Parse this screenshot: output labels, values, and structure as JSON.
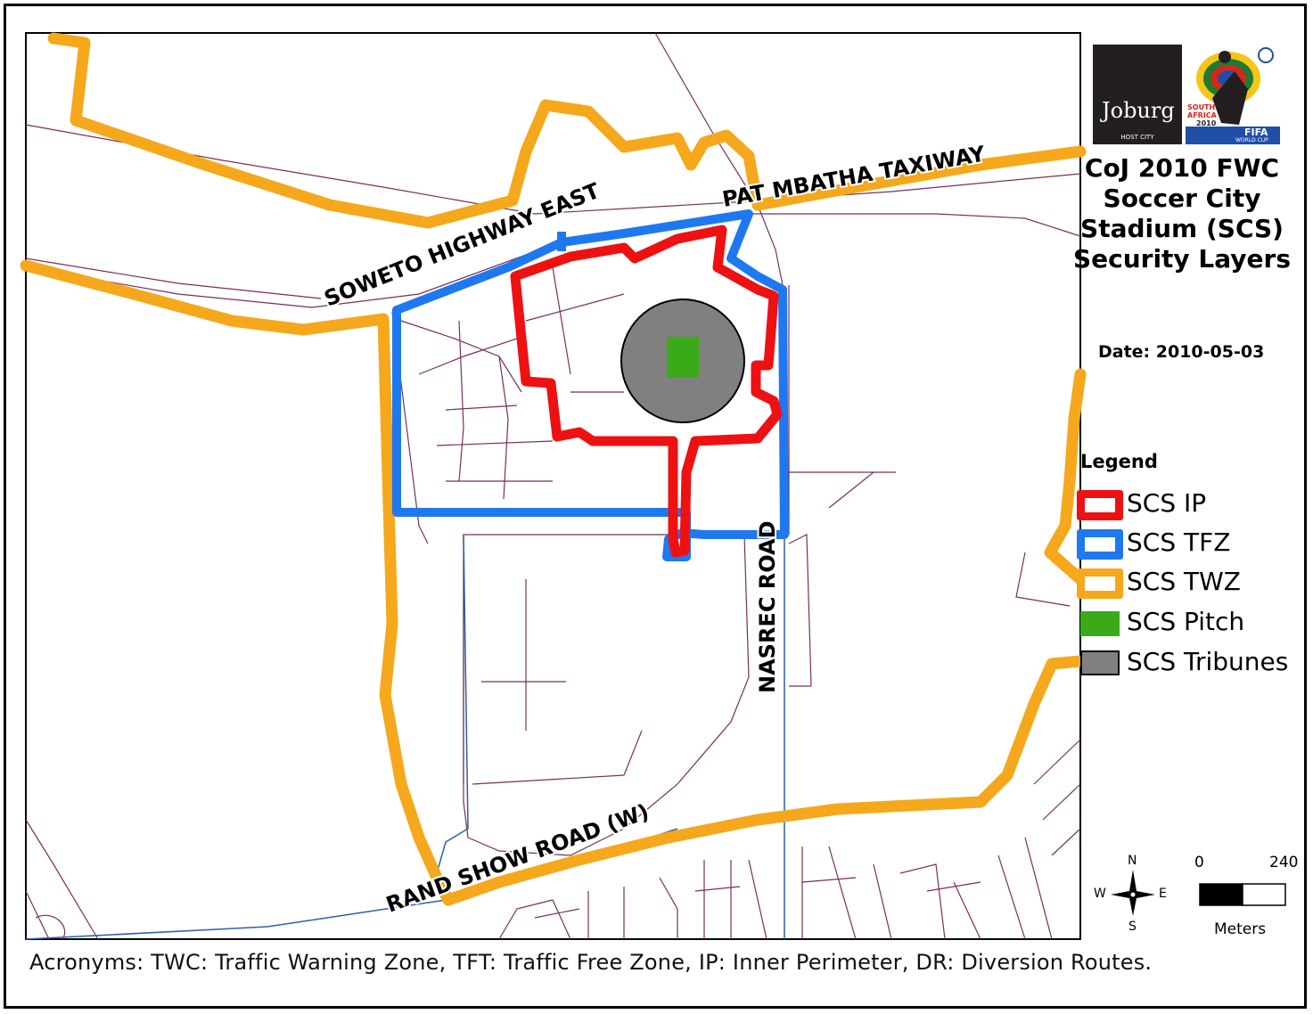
{
  "title_lines": [
    "CoJ 2010 FWC",
    "Soccer City",
    "Stadium (SCS)",
    "Security Layers"
  ],
  "date_label": "Date: 2010-05-03",
  "legend": {
    "title": "Legend",
    "items": [
      {
        "label": "SCS IP",
        "color": "#ee1111",
        "kind": "outline"
      },
      {
        "label": "SCS TFZ",
        "color": "#1e78f0",
        "kind": "outline"
      },
      {
        "label": "SCS TWZ",
        "color": "#f5a81c",
        "kind": "outline"
      },
      {
        "label": "SCS Pitch",
        "color": "#3aaa18",
        "kind": "fill"
      },
      {
        "label": "SCS Tribunes",
        "color": "#808080",
        "kind": "fill"
      }
    ]
  },
  "road_labels": {
    "soweto_highway_east": "SOWETO HIGHWAY EAST",
    "pat_mbatha_taxiway": "PAT MBATHA TAXIWAY",
    "nasrec_road": "NASREC ROAD",
    "rand_show_road": "RAND SHOW ROAD (W)"
  },
  "compass": {
    "n": "N",
    "s": "S",
    "e": "E",
    "w": "W"
  },
  "scale_bar": {
    "start": "0",
    "end": "240",
    "unit": "Meters"
  },
  "acronyms": "Acronyms: TWC: Traffic Warning Zone, TFT: Traffic Free Zone,  IP: Inner Perimeter, DR: Diversion Routes.",
  "logo": {
    "joburg_text": "Joburg",
    "host_city": "HOST CITY",
    "south_africa": "SOUTH AFRICA",
    "year": "2010",
    "fifa": "FIFA",
    "world_cup": "WORLD CUP"
  },
  "colors": {
    "ip": "#ee1111",
    "tfz": "#1e78f0",
    "twz": "#f5a81c",
    "pitch": "#3aaa18",
    "tribunes": "#808080",
    "streets": "#7a2e5e",
    "ridge": "#2a5fb0"
  }
}
